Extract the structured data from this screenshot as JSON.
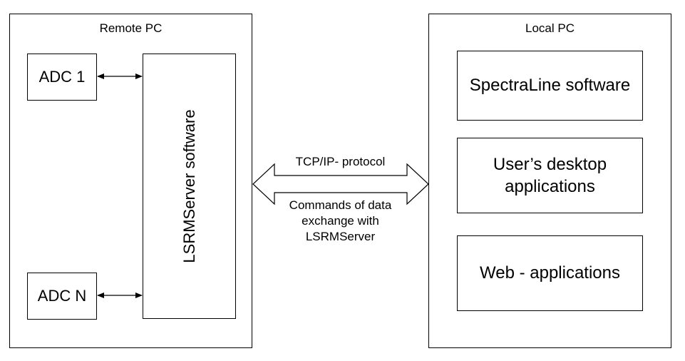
{
  "remote_pc": {
    "title": "Remote PC",
    "adc_first": "ADC 1",
    "adc_last": "ADC N",
    "server_software": "LSRMServer software"
  },
  "local_pc": {
    "title": "Local PC",
    "apps": [
      "SpectraLine software",
      "User’s desktop\napplications",
      "Web - applications"
    ]
  },
  "link": {
    "protocol": "TCP/IP- protocol",
    "commands": "Commands of data\nexchange with\nLSRMServer"
  }
}
